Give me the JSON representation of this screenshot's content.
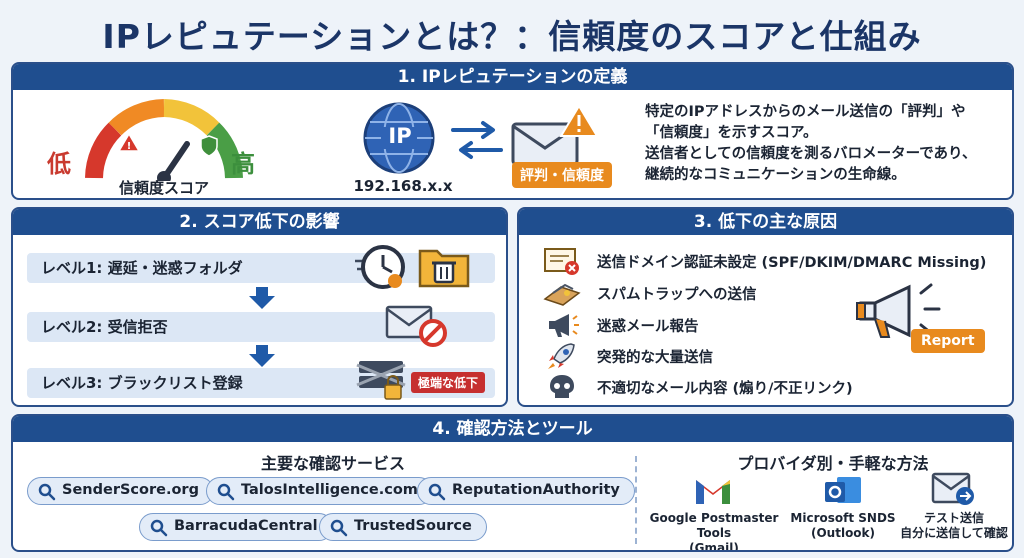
{
  "title": "IPレピュテーションとは？：信頼度のスコアと仕組み",
  "section1": {
    "heading": "1. IPレピュテーションの定義",
    "gauge_low": "低",
    "gauge_high": "高",
    "gauge_label": "信頼度スコア",
    "ip_text": "IP",
    "ip_address": "192.168.x.x",
    "reputation_badge": "評判・信頼度",
    "description": [
      "特定のIPアドレスからのメール送信の「評判」や",
      "「信頼度」を示すスコア。",
      "送信者としての信頼度を測るバロメーターであり、",
      "継続的なコミュニケーションの生命線。"
    ]
  },
  "section2": {
    "heading": "2. スコア低下の影響",
    "levels": [
      "レベル1: 遅延・迷惑フォルダ",
      "レベル2: 受信拒否",
      "レベル3: ブラックリスト登録"
    ],
    "extreme_badge": "極端な低下"
  },
  "section3": {
    "heading": "3. 低下の主な原因",
    "causes": [
      "送信ドメイン認証未設定 (SPF/DKIM/DMARC Missing)",
      "スパムトラップへの送信",
      "迷惑メール報告",
      "突発的な大量送信",
      "不適切なメール内容 (煽り/不正リンク)"
    ],
    "report_badge": "Report"
  },
  "section4": {
    "heading": "4. 確認方法とツール",
    "services_heading": "主要な確認サービス",
    "services": [
      "SenderScore.org",
      "TalosIntelligence.com",
      "ReputationAuthority",
      "BarracudaCentral",
      "TrustedSource"
    ],
    "providers_heading": "プロバイダ別・手軽な方法",
    "providers": [
      {
        "line1": "Google Postmaster Tools",
        "line2": "(Gmail)"
      },
      {
        "line1": "Microsoft SNDS",
        "line2": "(Outlook)"
      },
      {
        "line1": "テスト送信",
        "line2": "自分に送信して確認"
      }
    ]
  },
  "colors": {
    "header_blue": "#1f4e8f",
    "title_navy": "#1b3567",
    "accent_orange": "#e88a1e",
    "danger_red": "#c62f2f",
    "level_bg": "#dce7f5"
  }
}
